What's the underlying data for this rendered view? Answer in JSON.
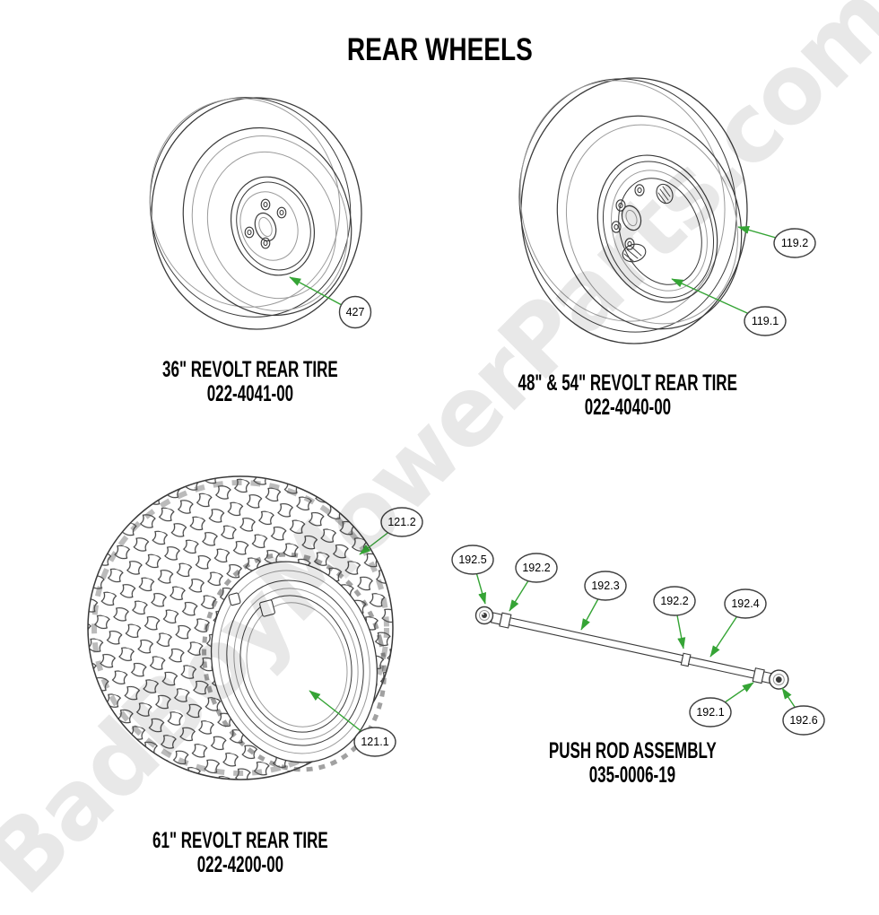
{
  "page": {
    "title": "REAR WHEELS",
    "watermark": "BadBoyMowerParts.com"
  },
  "colors": {
    "leader_green": "#35a435",
    "line_dark": "#3a3a3a",
    "line_light": "#9b9b9b",
    "watermark_gray": "#e8e8e8"
  },
  "figures": [
    {
      "name": "36-inch-rear-tire",
      "label": "36\" REVOLT REAR TIRE",
      "part_number": "022-4041-00",
      "callouts": [
        {
          "ref": "427"
        }
      ]
    },
    {
      "name": "48-54-inch-rear-tire",
      "label": "48\" & 54\" REVOLT REAR TIRE",
      "part_number": "022-4040-00",
      "callouts": [
        {
          "ref": "119.2"
        },
        {
          "ref": "119.1"
        }
      ]
    },
    {
      "name": "61-inch-rear-tire",
      "label": "61\" REVOLT REAR TIRE",
      "part_number": "022-4200-00",
      "callouts": [
        {
          "ref": "121.2"
        },
        {
          "ref": "121.1"
        }
      ]
    },
    {
      "name": "push-rod-assembly",
      "label": "PUSH ROD ASSEMBLY",
      "part_number": "035-0006-19",
      "callouts": [
        {
          "ref": "192.5"
        },
        {
          "ref": "192.2"
        },
        {
          "ref": "192.3"
        },
        {
          "ref": "192.2"
        },
        {
          "ref": "192.4"
        },
        {
          "ref": "192.1"
        },
        {
          "ref": "192.6"
        }
      ]
    }
  ]
}
